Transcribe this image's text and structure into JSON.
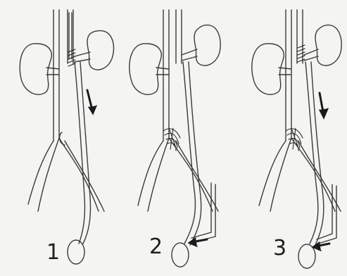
{
  "panels": [
    {
      "number": "1",
      "features": [
        "left-kidney",
        "right-kidney",
        "left-renal-vein-nutcracker",
        "gonadal-vein-downward-flow",
        "iliac-veins",
        "testis"
      ]
    },
    {
      "number": "2",
      "features": [
        "left-kidney",
        "right-kidney",
        "pelvic-varicosities",
        "iliac-veins",
        "collateral-to-gonadal-vein",
        "testis"
      ]
    },
    {
      "number": "3",
      "features": [
        "left-kidney",
        "right-kidney",
        "left-renal-vein-nutcracker",
        "gonadal-vein-downward-flow",
        "pelvic-varicosities",
        "collateral-to-gonadal-vein",
        "testis"
      ]
    }
  ],
  "colors": {
    "background": "#f4f4f2",
    "line": "#3a3a3a",
    "arrow": "#1a1a1a"
  }
}
